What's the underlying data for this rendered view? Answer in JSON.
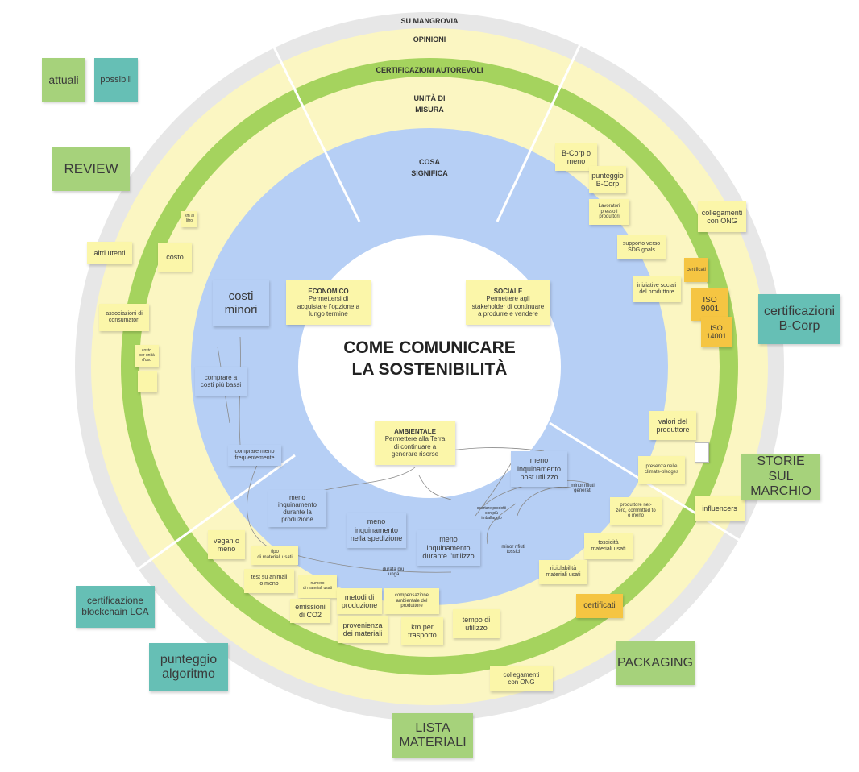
{
  "colors": {
    "outer_ring": "#e7e7e7",
    "light_band": "#fbf6c2",
    "green_band": "#a5d35e",
    "inner_blue": "#b6cff5",
    "center": "#ffffff"
  },
  "rings": {
    "su_mangrovia": "SU MANGROVIA",
    "opinioni": "OPINIONI",
    "certificazioni_autorevoli": "CERTIFICAZIONI AUTOREVOLI",
    "unita_di_misura": "UNITÀ DI\nMISURA",
    "cosa_significa": "COSA\nSIGNIFICA"
  },
  "title": "COME COMUNICARE\nLA SOSTENIBILITÀ",
  "legend": {
    "attuali": "attuali",
    "possibili": "possibili"
  },
  "pillars": {
    "economico_title": "ECONOMICO",
    "economico_text": "Permettersi di\nacquistare l'opzione a\nlungo termine",
    "sociale_title": "SOCIALE",
    "sociale_text": "Permettere agli\nstakeholder di continuare\na produrre e vendere",
    "ambientale_title": "AMBIENTALE",
    "ambientale_text": "Permettere alla Terra\ndi continuare a\ngenerare risorse"
  },
  "blue_notes": {
    "costi_minori": "costi\nminori",
    "comprare_costi_bassi": "comprare a\ncosti più bassi",
    "comprare_meno": "comprare meno\nfrequentemente",
    "meno_inq_produzione": "meno inquinamento\ndurante la\nproduzione",
    "meno_inq_spedizione": "meno\ninquinamento\nnella spedizione",
    "meno_inq_utilizzo": "meno\ninquinamento\ndurante l'utilizzo",
    "meno_inq_post": "meno\ninquinamento\npost utilizzo"
  },
  "blue_labels": {
    "minor_rifiuti_generati": "minor rifiuti\ngenerati",
    "scartare_prodotti": "scartare prodotti\ncon più\nimballaggio",
    "minor_rifiuti_tossici": "minor rifiuti\ntossici",
    "durata_piu_lunga": "durata più\nlunga"
  },
  "yellow_notes": {
    "km_al_litro": "km al\nlitro",
    "costo": "costo",
    "altri_utenti": "altri utenti",
    "associazioni": "associazioni di\nconsumatori",
    "costo_unita": "costo\nper unità\nd'uso",
    "small_illegible": "",
    "bcorp_o_meno": "B-Corp o\nmeno",
    "punteggio_bcorp": "punteggio\nB-Corp",
    "lavoratori": "Lavoratori\npresso i\nproduttori",
    "collegamenti_ong_top": "collegamenti\ncon ONG",
    "supporto_sdg": "supporto verso\nSDG goals",
    "iniziative_sociali": "iniziative sociali\ndel produttore",
    "valori_produttore": "valori del\nproduttore",
    "presenza_climate": "presenza nelle\nclimate-pledges",
    "produttore_net_zero": "produttore net-\nzero, committed to\no meno",
    "influencers": "influencers",
    "tossicita": "tossicità\nmateriali usati",
    "riciclabilita": "riciclabilità\nmateriali usati",
    "vegan": "vegan o\nmeno",
    "tipo_materiali": "tipo\ndi materiali usati",
    "test_animali": "test su animali\no meno",
    "numero_materiali": "numero\ndi materiali usati",
    "emissioni": "emissioni\ndi CO2",
    "metodi_produzione": "metodi di\nproduzione",
    "compensazione": "compensazione\nambientale del\nproduttore",
    "provenienza": "provenienza\ndei materiali",
    "km_trasporto": "km per\ntrasporto",
    "tempo_utilizzo": "tempo di\nutilizzo",
    "collegamenti_ong_bottom": "collegamenti\ncon ONG"
  },
  "orange_notes": {
    "certificati_small": "certificati",
    "iso_9001": "ISO\n9001",
    "iso_14001": "ISO\n14001",
    "certificati_bottom": "certificati"
  },
  "category_notes": {
    "review": "REVIEW",
    "certificazioni_bcorp": "certificazioni\nB-Corp",
    "storie_marchio": "STORIE SUL\nMARCHIO",
    "packaging": "PACKAGING",
    "lista_materiali": "LISTA\nMATERIALI",
    "punteggio_algoritmo": "punteggio\nalgoritmo",
    "certificazione_blockchain": "certificazione\nblockchain LCA"
  }
}
